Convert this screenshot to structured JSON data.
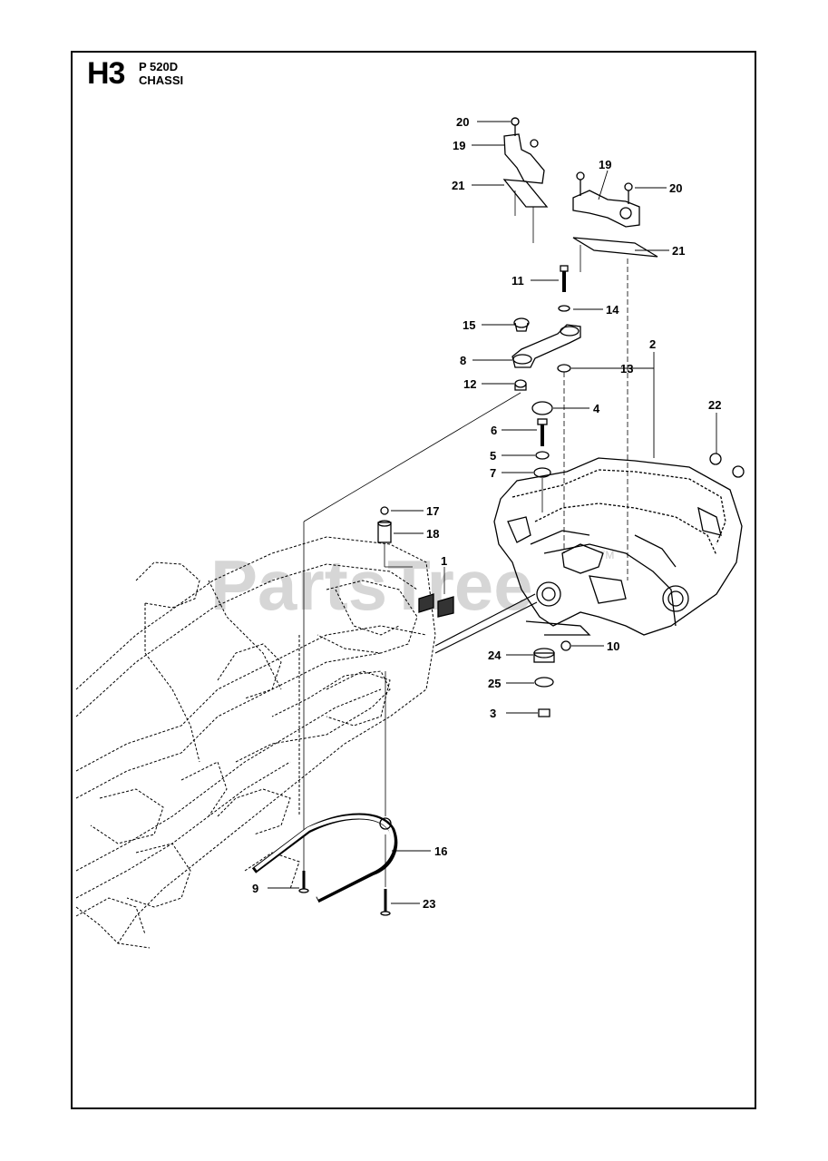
{
  "header": {
    "section": "H3",
    "model": "P 520D",
    "title": "CHASSI"
  },
  "watermark": {
    "text": "PartsTree",
    "tm": "TM"
  },
  "callouts": [
    {
      "n": "20"
    },
    {
      "n": "19"
    },
    {
      "n": "21"
    },
    {
      "n": "19"
    },
    {
      "n": "20"
    },
    {
      "n": "21"
    },
    {
      "n": "11"
    },
    {
      "n": "14"
    },
    {
      "n": "15"
    },
    {
      "n": "8"
    },
    {
      "n": "13"
    },
    {
      "n": "2"
    },
    {
      "n": "12"
    },
    {
      "n": "4"
    },
    {
      "n": "22"
    },
    {
      "n": "6"
    },
    {
      "n": "5"
    },
    {
      "n": "7"
    },
    {
      "n": "17"
    },
    {
      "n": "18"
    },
    {
      "n": "1"
    },
    {
      "n": "24"
    },
    {
      "n": "10"
    },
    {
      "n": "25"
    },
    {
      "n": "3"
    },
    {
      "n": "16"
    },
    {
      "n": "9"
    },
    {
      "n": "23"
    }
  ]
}
